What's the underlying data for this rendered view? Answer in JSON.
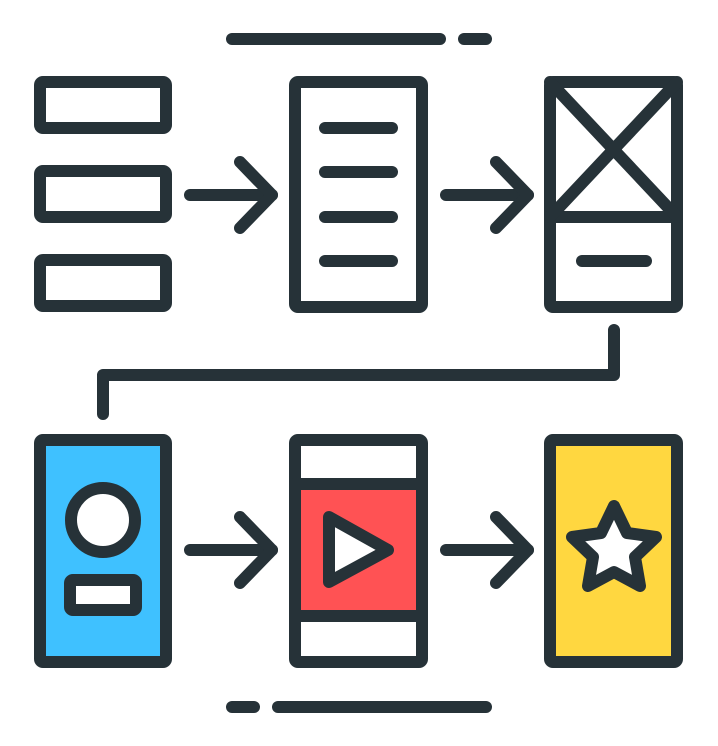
{
  "diagram": {
    "kind": "wireframe-to-app flow",
    "colors": {
      "stroke": "#263238",
      "background": "#ffffff",
      "profile_card": "#3fc1ff",
      "video_card": "#ff5254",
      "rating_card": "#ffd740"
    },
    "icons": [
      "text-blocks-icon",
      "document-lines-icon",
      "image-placeholder-icon",
      "profile-card-icon",
      "video-player-icon",
      "star-rating-icon"
    ],
    "connectors": [
      "arrow-right",
      "arrow-right",
      "elbow-connector",
      "arrow-right",
      "arrow-right"
    ]
  }
}
